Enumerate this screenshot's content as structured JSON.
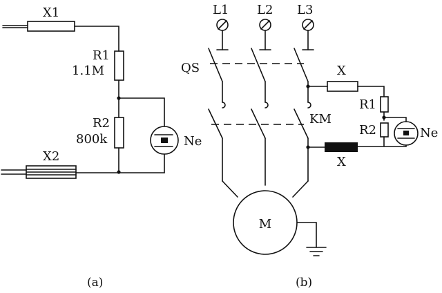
{
  "diagram_a": {
    "x1_label": "X1",
    "r1_label": "R1",
    "r1_value": "1.1M",
    "r2_label": "R2",
    "r2_value": "800k",
    "x2_label": "X2",
    "ne_label": "Ne",
    "caption": "(a)"
  },
  "diagram_b": {
    "l1_label": "L1",
    "l2_label": "L2",
    "l3_label": "L3",
    "qs_label": "QS",
    "km_label": "KM",
    "x_top_label": "X",
    "r1_label": "R1",
    "r2_label": "R2",
    "ne_label": "Ne",
    "x_bottom_label": "X",
    "motor_label": "M",
    "caption": "(b)"
  }
}
